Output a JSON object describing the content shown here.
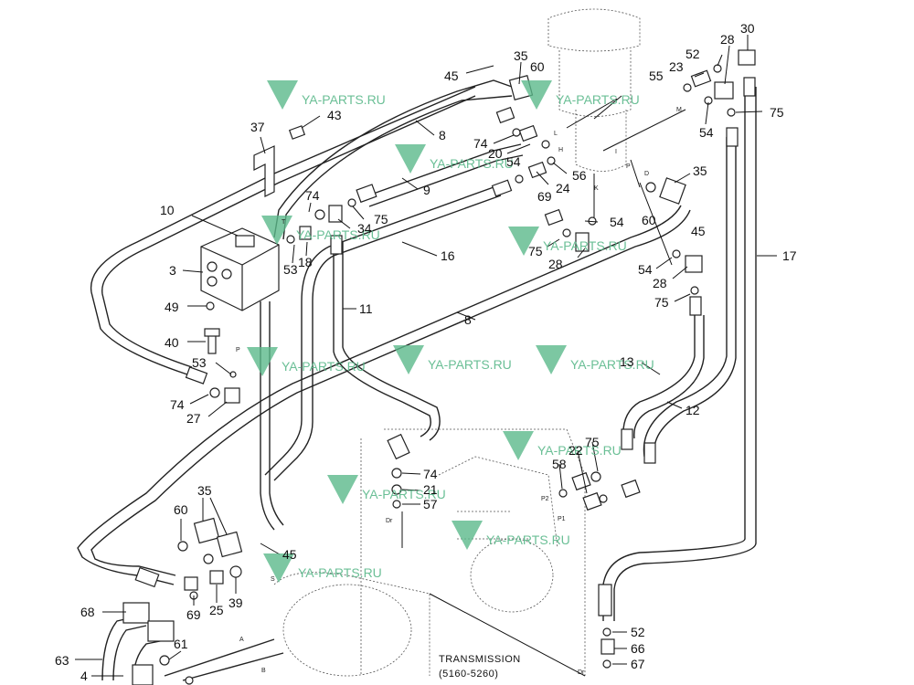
{
  "caption": {
    "title": "TRANSMISSION",
    "code": "(5160-5260)"
  },
  "watermark": "YA-PARTS.RU",
  "callouts": [
    {
      "id": "c30",
      "text": "30"
    },
    {
      "id": "c52a",
      "text": "52"
    },
    {
      "id": "c28a",
      "text": "28"
    },
    {
      "id": "c35a",
      "text": "35"
    },
    {
      "id": "c60a",
      "text": "60"
    },
    {
      "id": "c45a",
      "text": "45"
    },
    {
      "id": "c23",
      "text": "23"
    },
    {
      "id": "c55",
      "text": "55"
    },
    {
      "id": "c75a",
      "text": "75"
    },
    {
      "id": "c54a",
      "text": "54"
    },
    {
      "id": "c43",
      "text": "43"
    },
    {
      "id": "c37",
      "text": "37"
    },
    {
      "id": "c8a",
      "text": "8"
    },
    {
      "id": "c74a",
      "text": "74"
    },
    {
      "id": "c20",
      "text": "20"
    },
    {
      "id": "c54b",
      "text": "54"
    },
    {
      "id": "c56",
      "text": "56"
    },
    {
      "id": "c24",
      "text": "24"
    },
    {
      "id": "c69a",
      "text": "69"
    },
    {
      "id": "c9",
      "text": "9"
    },
    {
      "id": "c35b",
      "text": "35"
    },
    {
      "id": "c60b",
      "text": "60"
    },
    {
      "id": "c45b",
      "text": "45"
    },
    {
      "id": "c10",
      "text": "10"
    },
    {
      "id": "c74b",
      "text": "74"
    },
    {
      "id": "c75b",
      "text": "75"
    },
    {
      "id": "c34",
      "text": "34"
    },
    {
      "id": "c54c",
      "text": "54"
    },
    {
      "id": "c3",
      "text": "3"
    },
    {
      "id": "c53a",
      "text": "53"
    },
    {
      "id": "c18",
      "text": "18"
    },
    {
      "id": "c16",
      "text": "16"
    },
    {
      "id": "c75c",
      "text": "75"
    },
    {
      "id": "c28b",
      "text": "28"
    },
    {
      "id": "c17",
      "text": "17"
    },
    {
      "id": "c54d",
      "text": "54"
    },
    {
      "id": "c28c",
      "text": "28"
    },
    {
      "id": "c75d",
      "text": "75"
    },
    {
      "id": "c49",
      "text": "49"
    },
    {
      "id": "c11",
      "text": "11"
    },
    {
      "id": "c8b",
      "text": "8"
    },
    {
      "id": "c40",
      "text": "40"
    },
    {
      "id": "c53b",
      "text": "53"
    },
    {
      "id": "c13",
      "text": "13"
    },
    {
      "id": "c12",
      "text": "12"
    },
    {
      "id": "c74c",
      "text": "74"
    },
    {
      "id": "c27",
      "text": "27"
    },
    {
      "id": "c75e",
      "text": "75"
    },
    {
      "id": "c22",
      "text": "22"
    },
    {
      "id": "c58",
      "text": "58"
    },
    {
      "id": "c74d",
      "text": "74"
    },
    {
      "id": "c21",
      "text": "21"
    },
    {
      "id": "c57",
      "text": "57"
    },
    {
      "id": "c35c",
      "text": "35"
    },
    {
      "id": "c60c",
      "text": "60"
    },
    {
      "id": "c45c",
      "text": "45"
    },
    {
      "id": "c68",
      "text": "68"
    },
    {
      "id": "c69b",
      "text": "69"
    },
    {
      "id": "c25",
      "text": "25"
    },
    {
      "id": "c39",
      "text": "39"
    },
    {
      "id": "c61",
      "text": "61"
    },
    {
      "id": "c63",
      "text": "63"
    },
    {
      "id": "c4",
      "text": "4"
    },
    {
      "id": "c52b",
      "text": "52"
    },
    {
      "id": "c66",
      "text": "66"
    },
    {
      "id": "c67",
      "text": "67"
    }
  ],
  "port_labels": [
    {
      "id": "pL",
      "text": "L"
    },
    {
      "id": "pH",
      "text": "H"
    },
    {
      "id": "pM",
      "text": "M"
    },
    {
      "id": "pP1",
      "text": "P"
    },
    {
      "id": "pD",
      "text": "D"
    },
    {
      "id": "pK",
      "text": "K"
    },
    {
      "id": "pT",
      "text": "T"
    },
    {
      "id": "pP2",
      "text": "P"
    },
    {
      "id": "pPP2",
      "text": "P2"
    },
    {
      "id": "pPP1",
      "text": "P1"
    },
    {
      "id": "pDr1",
      "text": "Dr"
    },
    {
      "id": "pS",
      "text": "S"
    },
    {
      "id": "pA",
      "text": "A"
    },
    {
      "id": "pB",
      "text": "B"
    },
    {
      "id": "pDr2",
      "text": "Dr"
    },
    {
      "id": "pI",
      "text": "I"
    }
  ]
}
